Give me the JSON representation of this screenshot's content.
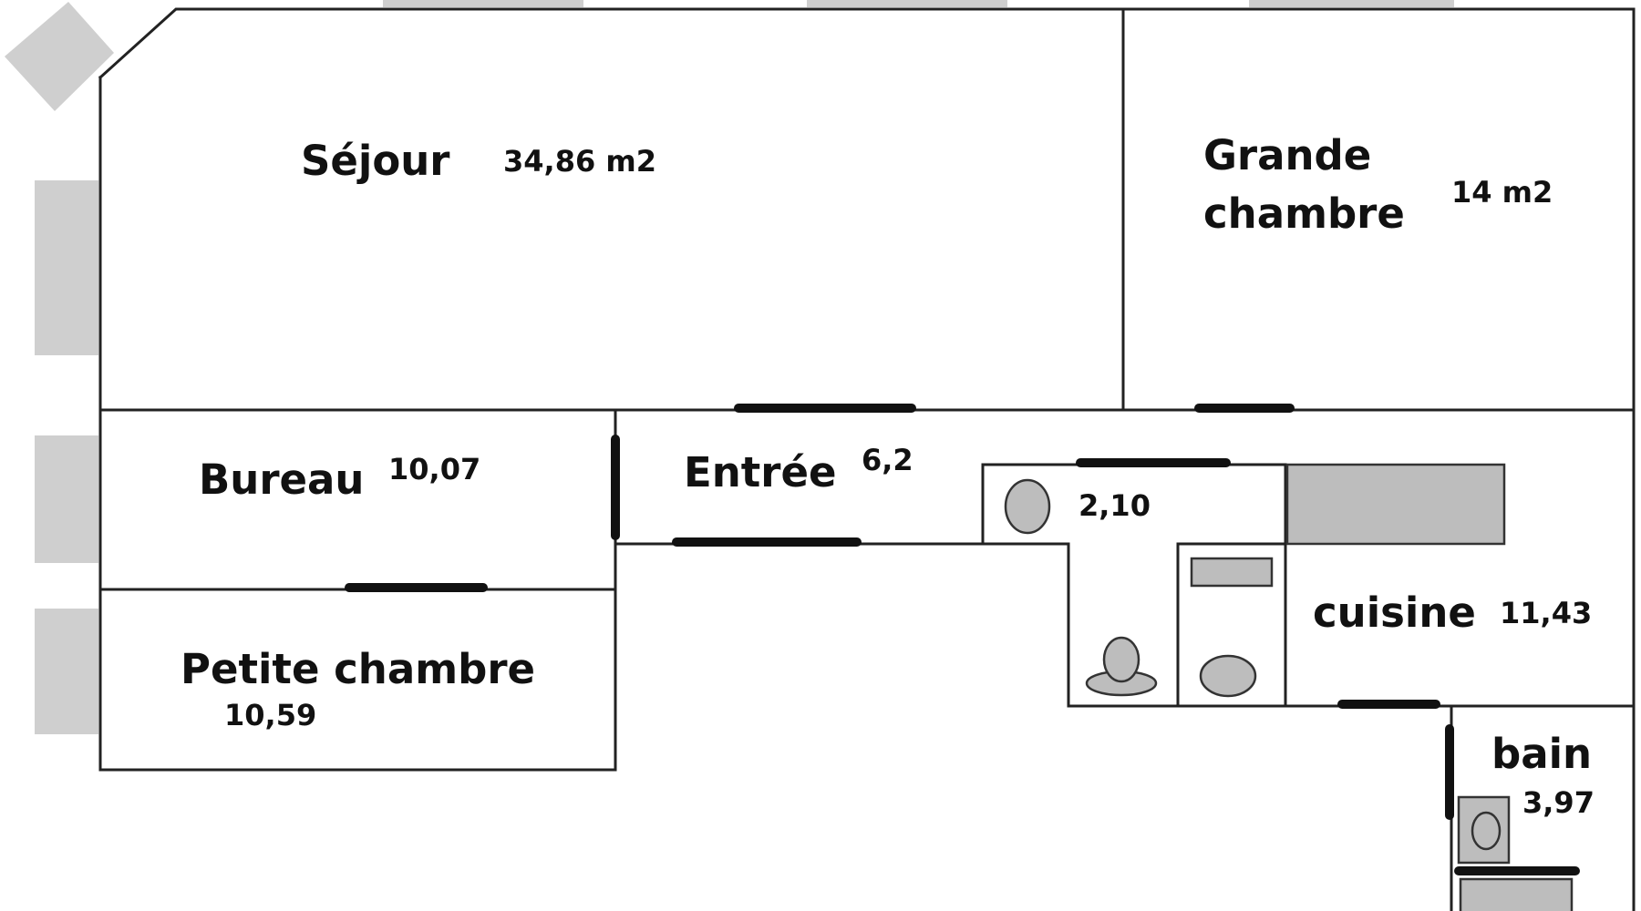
{
  "colors": {
    "wall": "#222222",
    "door": "#111111",
    "window": "#cfcfcf",
    "fixture": "#bdbdbd",
    "background": "#ffffff"
  },
  "rooms": {
    "sejour": {
      "name": "Séjour",
      "area": "34,86 m2"
    },
    "grande_chambre": {
      "name_line1": "Grande",
      "name_line2": "chambre",
      "area": "14 m2"
    },
    "bureau": {
      "name": "Bureau",
      "area": "10,07"
    },
    "entree": {
      "name": "Entrée",
      "area": "6,2"
    },
    "wc": {
      "area": "2,10"
    },
    "cuisine": {
      "name": "cuisine",
      "area": "11,43"
    },
    "petite_chambre": {
      "name": "Petite chambre",
      "area": "10,59"
    },
    "bain": {
      "name": "bain",
      "area": "3,97"
    }
  },
  "icons": [
    "toilet-icon",
    "washbasin-icon",
    "cooktop-icon",
    "sink-icon",
    "counter-icon",
    "bathtub-icon"
  ]
}
